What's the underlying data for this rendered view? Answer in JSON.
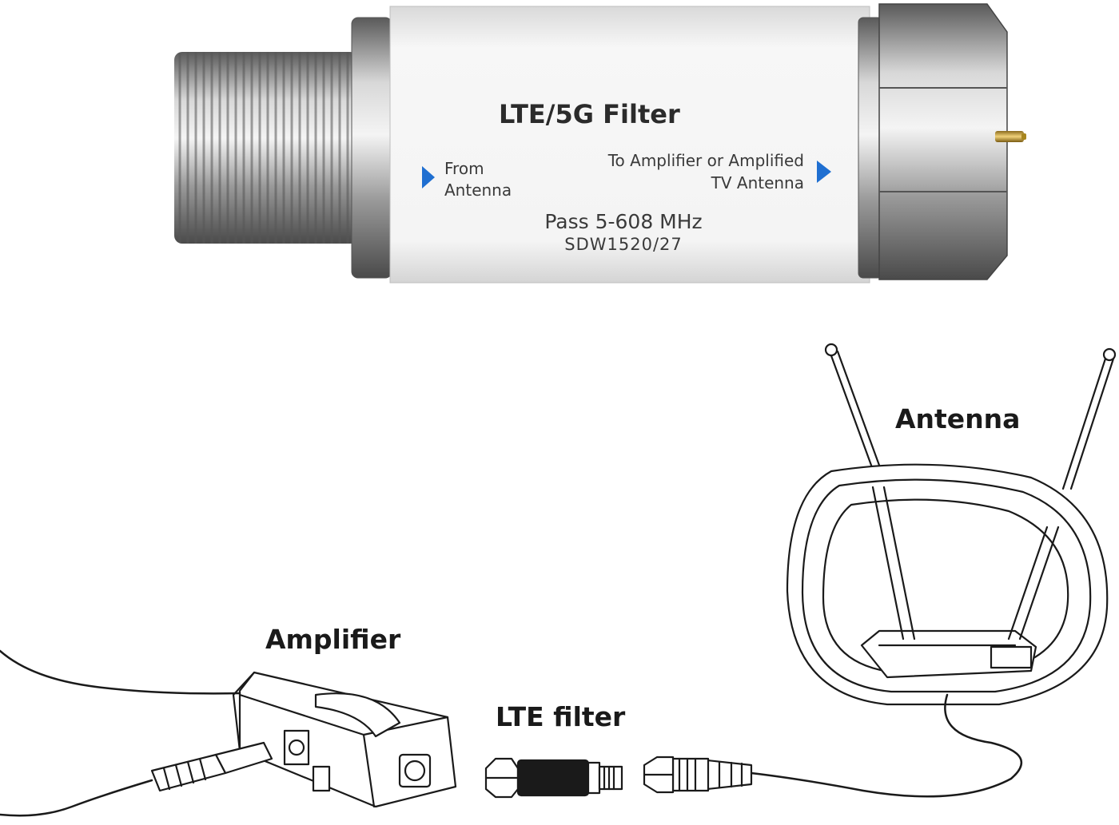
{
  "product": {
    "title": "LTE/5G Filter",
    "from_line1": "From",
    "from_line2": "Antenna",
    "to_line1": "To Amplifier or Amplified",
    "to_line2": "TV Antenna",
    "pass": "Pass 5-608 MHz",
    "model": "SDW1520/27",
    "label_color": "#f1f1f1",
    "arrow_color": "#1f6fd1",
    "metal_color": "#a8a8a8"
  },
  "diagram": {
    "antenna_label": "Antenna",
    "amplifier_label": "Amplifier",
    "filter_label": "LTE filter"
  }
}
